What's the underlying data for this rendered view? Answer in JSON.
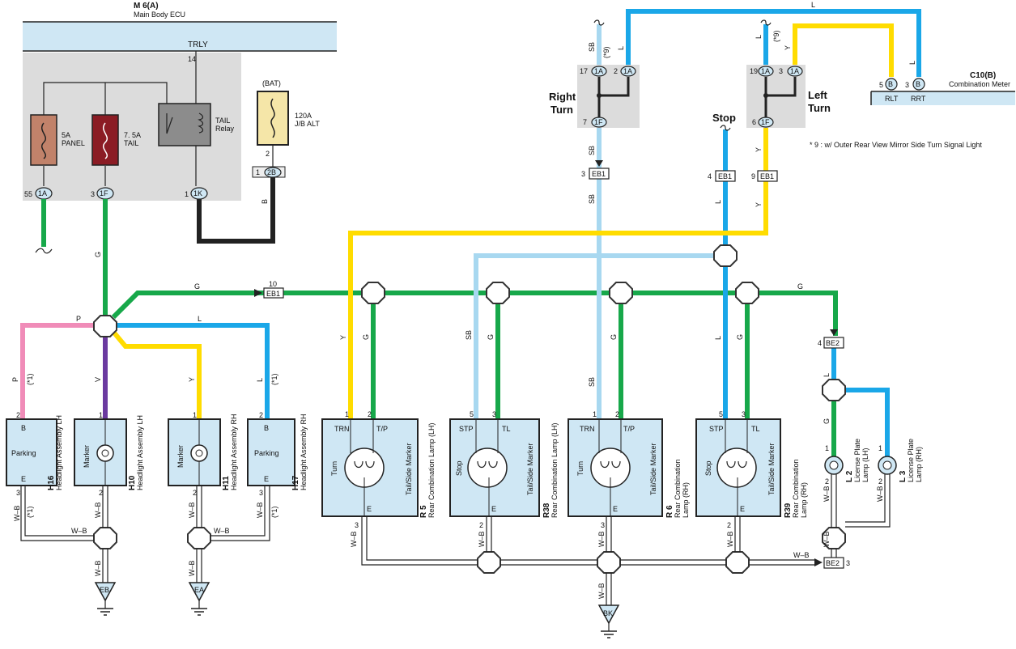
{
  "ecu": {
    "code": "M 6(A)",
    "name": "Main Body ECU",
    "trly": "TRLY",
    "pin14": "14"
  },
  "fuses": {
    "panel": {
      "amp": "5A",
      "name": "PANEL"
    },
    "tail": {
      "amp": "7. 5A",
      "name": "TAIL"
    },
    "relay": {
      "line1": "TAIL",
      "line2": "Relay"
    },
    "bat": {
      "label": "(BAT)",
      "amp": "120A",
      "name": "J/B ALT"
    }
  },
  "connectors": {
    "c55": "55",
    "c1A": "1A",
    "c3": "3",
    "c1F": "1F",
    "c1": "1",
    "c1K": "1K",
    "p2": "2",
    "p1": "1",
    "c2B": "2B",
    "ebl10": "10",
    "eb1": "EB1",
    "eb1_3": "3",
    "eb1_4": "4",
    "eb1_9": "9",
    "be2": "BE2",
    "be2_4": "4",
    "be2_3": "3",
    "rt17": "17",
    "rt2": "2",
    "rt7": "7",
    "lt19": "19",
    "lt3": "3",
    "lt6": "6",
    "c5": "5",
    "c3b": "3",
    "B": "B"
  },
  "meter": {
    "code": "C10(B)",
    "name": "Combination Meter",
    "rlt": "RLT",
    "rrt": "RRT"
  },
  "labels": {
    "right_turn_1": "Right",
    "right_turn_2": "Turn",
    "left_turn_1": "Left",
    "left_turn_2": "Turn",
    "stop": "Stop",
    "note": "* 9 : w/ Outer Rear View Mirror Side Turn Signal Light",
    "star9": "(*9)",
    "star1": "(*1)"
  },
  "wires": {
    "L": "L",
    "SB": "SB",
    "Y": "Y",
    "G": "G",
    "B": "B",
    "P": "P",
    "V": "V",
    "WB": "W–B"
  },
  "headlights": [
    {
      "code": "H16",
      "name": "Headlight Assembly LH",
      "type": "Parking",
      "top": "B",
      "bottom": "E",
      "pin_top": "2",
      "pin_bot": "3"
    },
    {
      "code": "H10",
      "name": "Headlight Assembly LH",
      "type": "Marker",
      "pin_top": "1",
      "pin_bot": "2"
    },
    {
      "code": "H11",
      "name": "Headlight Assembly RH",
      "type": "Marker",
      "pin_top": "1",
      "pin_bot": "2"
    },
    {
      "code": "H17",
      "name": "Headlight Assembly RH",
      "type": "Parking",
      "top": "B",
      "bottom": "E",
      "pin_top": "2",
      "pin_bot": "3"
    }
  ],
  "rear_lamps": [
    {
      "code": "R 5",
      "name1": "Rear Combination Lamp (LH)",
      "name2": "",
      "t1": "TRN",
      "t2": "T/P",
      "left": "Turn",
      "right": "Tail/Side Marker",
      "e": "E",
      "p1": "1",
      "p2": "2",
      "p3": "3"
    },
    {
      "code": "R38",
      "name1": "Rear Combination Lamp (LH)",
      "name2": "",
      "t1": "STP",
      "t2": "TL",
      "left": "Stop",
      "right": "Tail/Side Marker",
      "e": "E",
      "p1": "5",
      "p2": "3",
      "p3": "2"
    },
    {
      "code": "R 6",
      "name1": "Rear Combination",
      "name2": "Lamp (RH)",
      "t1": "TRN",
      "t2": "T/P",
      "left": "Turn",
      "right": "Tail/Side Marker",
      "e": "E",
      "p1": "1",
      "p2": "2",
      "p3": "3"
    },
    {
      "code": "R39",
      "name1": "Rear Combination",
      "name2": "Lamp (RH)",
      "t1": "STP",
      "t2": "TL",
      "left": "Stop",
      "right": "Tail/Side Marker",
      "e": "E",
      "p1": "5",
      "p2": "3",
      "p3": "2"
    }
  ],
  "license": [
    {
      "code": "L 2",
      "name1": "License Plate",
      "name2": "Lamp (LH)",
      "p1": "1",
      "p2": "2"
    },
    {
      "code": "L 3",
      "name1": "License Plate",
      "name2": "Lamp (RH)",
      "p1": "1",
      "p2": "2"
    }
  ],
  "grounds": {
    "eb": "EB",
    "ea": "EA",
    "bk": "BK"
  },
  "colors": {
    "blue": "#1aa7e8",
    "skyblue": "#a8d8f0",
    "yellow": "#ffdc00",
    "green": "#17a84a",
    "pink": "#f08cb8",
    "violet": "#6b3aa0",
    "black": "#222222",
    "wb": "#222222",
    "box": "#cfe7f4",
    "gray": "#dcdcdc"
  }
}
